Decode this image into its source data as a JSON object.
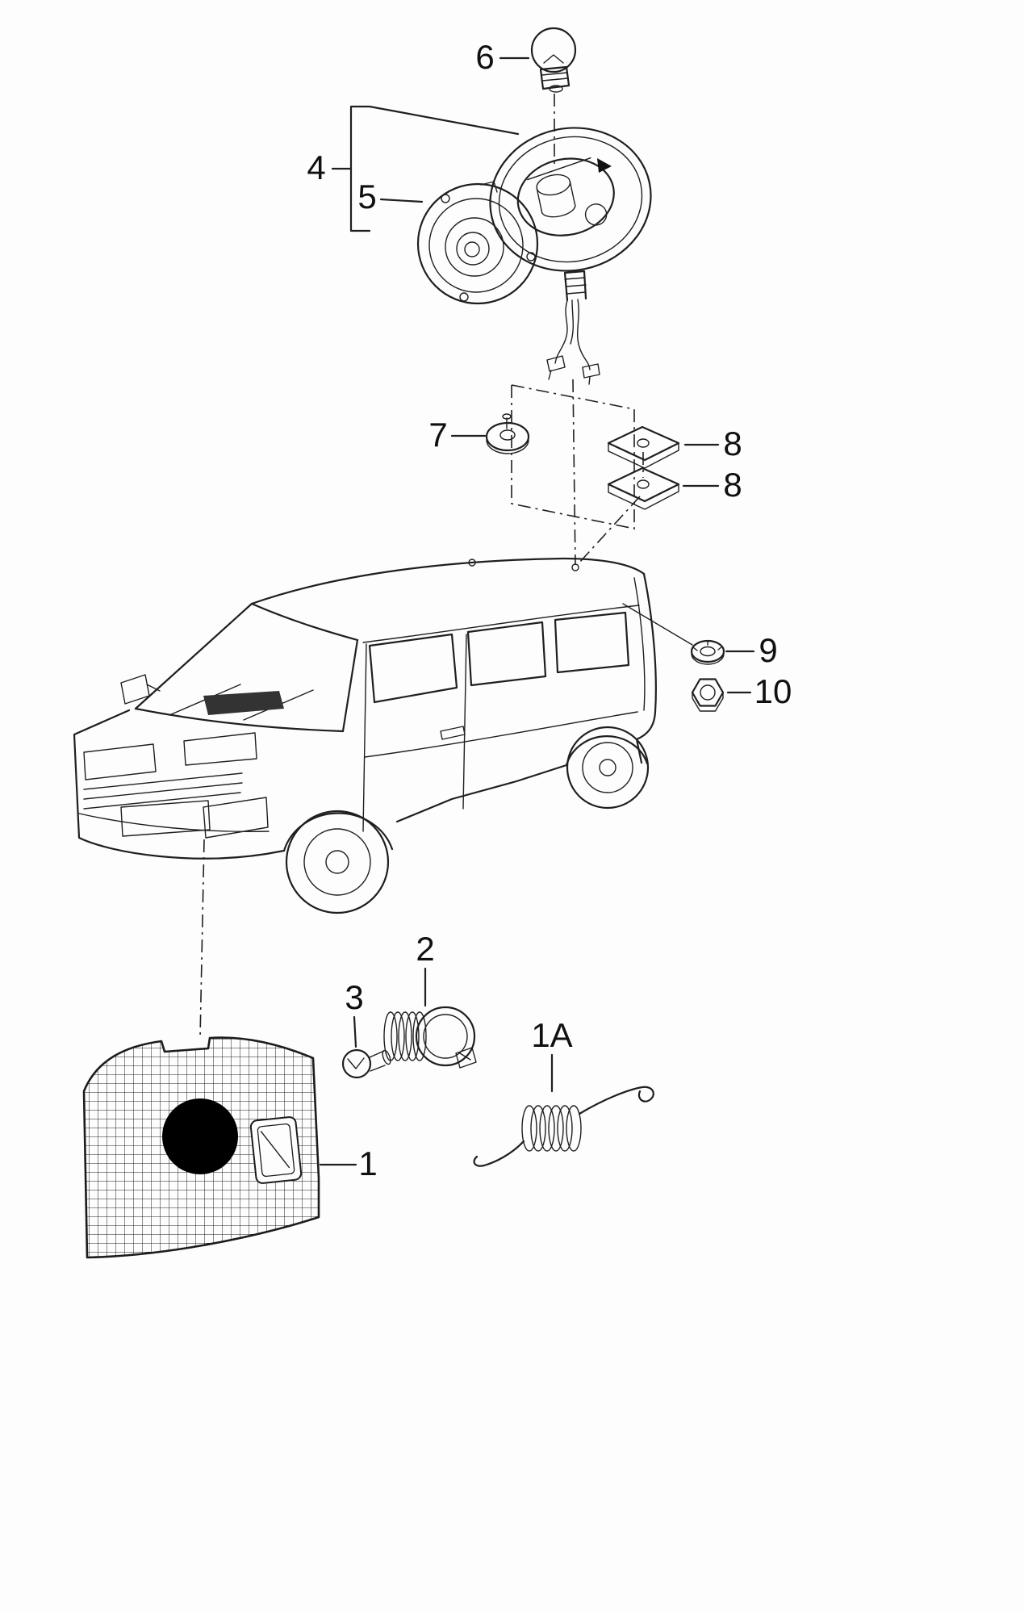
{
  "diagram": {
    "type": "exploded-parts-diagram",
    "background": "#fdfdfd",
    "ink": "#1f1f1f"
  },
  "callouts": {
    "c1": "1",
    "c1a": "1A",
    "c2": "2",
    "c3": "3",
    "c4": "4",
    "c5": "5",
    "c6": "6",
    "c7": "7",
    "c8a": "8",
    "c8b": "8",
    "c9": "9",
    "c10": "10"
  },
  "parts": {
    "turn-signal-lens": "1",
    "tension-spring": "1A",
    "bulb-holder": "2",
    "bulb-small": "3",
    "housing-assembly": "4",
    "mounting-base": "5",
    "bulb-large": "6",
    "washer": "7",
    "foam-pad": "8",
    "spring-washer": "9",
    "hex-nut": "10"
  }
}
